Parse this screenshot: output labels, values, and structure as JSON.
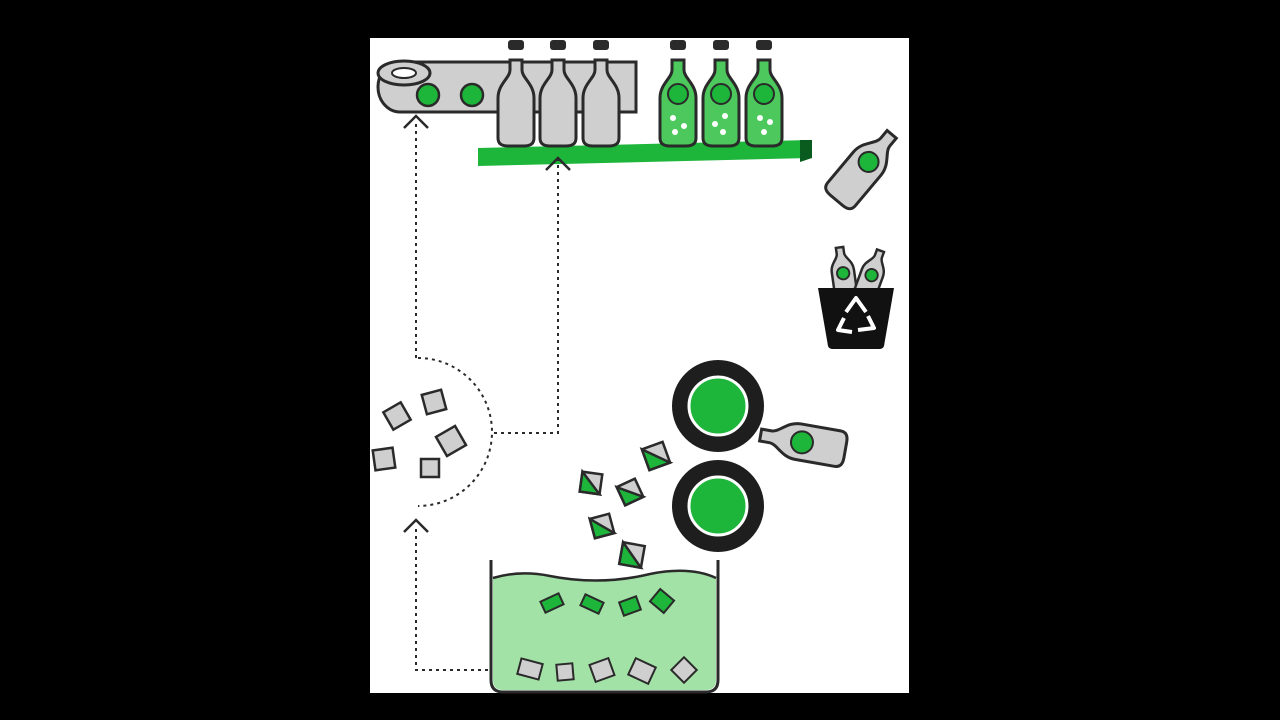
{
  "colors": {
    "accent": "#1db53a",
    "accent_light": "#a3e2a6",
    "bottle_gray": "#cfcfcf",
    "outline": "#2a2a2a",
    "background": "#000000",
    "panel": "#ffffff"
  },
  "icons": {
    "label_roll": "tape-roll-icon",
    "recycle_bin": "recycle-bin-icon",
    "recycle_symbol": "recycle-symbol-icon",
    "crusher": "crusher-rollers-icon",
    "bottle": "bottle-icon"
  },
  "stages": [
    "label-printing",
    "bottle-filling",
    "consumption",
    "recycling-collection",
    "crushing",
    "washing-sorting",
    "flake-separation"
  ]
}
